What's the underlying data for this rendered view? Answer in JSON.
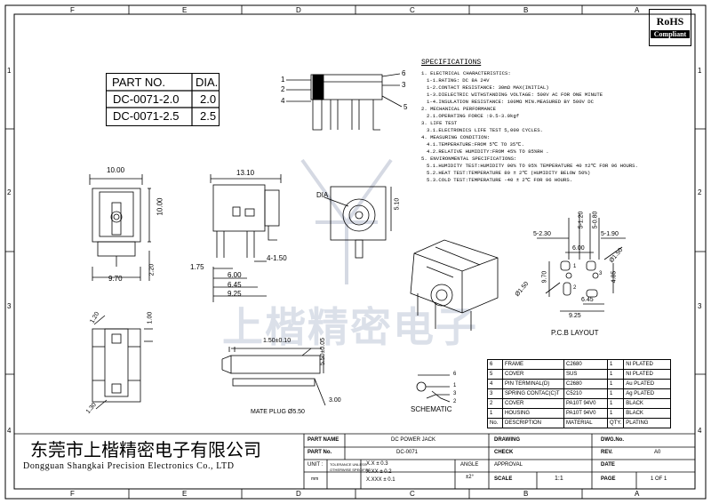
{
  "border_letters_top": [
    "F",
    "E",
    "D",
    "C",
    "B",
    "A"
  ],
  "border_letters_bottom": [
    "F",
    "E",
    "D",
    "C",
    "B",
    "A"
  ],
  "border_numbers_left": [
    "1",
    "2",
    "3",
    "4"
  ],
  "border_numbers_right": [
    "1",
    "2",
    "3",
    "4"
  ],
  "rohs": {
    "line1": "RoHS",
    "line2": "Compliant"
  },
  "part_table": {
    "header": [
      "PART NO.",
      "DIA."
    ],
    "rows": [
      [
        "DC-0071-2.0",
        "2.0"
      ],
      [
        "DC-0071-2.5",
        "2.5"
      ]
    ]
  },
  "specs": {
    "title": "SPECIFICATIONS",
    "lines": [
      "1. ELECTRICAL CHARACTERISTICS:",
      "1-1.RATING: DC 8A 24V",
      "1-2.CONTACT RESISTANCE: 30mΩ MAX(INITIAL)",
      "1-3.DIELECTRIC WITHSTANDING VOLTAGE: 500V AC FOR ONE MINUTE",
      "1-4.INSULATION RESISTANCE: 100MΩ MIN.MEASURED BY 500V DC",
      "2. MECHANICAL PERFORMANCE",
      "2.1.OPERATING FORCE :0.5-3.0kgf",
      "3. LIFE TEST",
      "3.1.ELECTRONICS LIFE TEST 5,000 CYCLES.",
      "4. MEASURING CONDITION:",
      "4.1.TEMPERATURE:FROM 5℃ TO 35℃.",
      "4.2.RELATIVE HUMIDITY:FROM 45% TO 85%RH .",
      "5. ENVIRONMENTAL SPECIFICATIONS:",
      "5.1.HUMIDITY TEST:HUMIDITY 90% TO 95% TEMPERATURE 40 ±2℃ FOR 96 HOURS.",
      "5.2.HEAT TEST:TEMPERATURE 80 ± 2℃ (HUMIDITY BELOW 50%)",
      "5.3.COLD TEST:TEMPERATURE -40 ± 2℃ FOR 96 HOURS."
    ]
  },
  "callouts": [
    "1",
    "2",
    "3",
    "4",
    "5",
    "6"
  ],
  "dims": {
    "front_width": "10.00",
    "front_height": "10.00",
    "front_base": "9.70",
    "front_small": "2.20",
    "side_width": "13.10",
    "side_175": "1.75",
    "side_6": "6.00",
    "side_645": "6.45",
    "side_925": "9.25",
    "side_150": "4-1.50",
    "dia_label": "DIA",
    "dim_510": "5.10",
    "bottom_120": "1.20",
    "bottom_100": "1.00",
    "bottom_130": "1.30",
    "plug_150": "1.50±0.10",
    "plug_55": "5.50±0.05",
    "plug_300": "3.00",
    "mate_plug": "MATE PLUG Ø5.50",
    "pcb_230": "5-2.30",
    "pcb_120": "5-1.20",
    "pcb_080": "5-0.80",
    "pcb_190": "5-1.90",
    "pcb_600": "6.00",
    "pcb_970": "9.70",
    "pcb_150a": "Ø1.50",
    "pcb_150b": "Ø1.50",
    "pcb_485": "4.85",
    "pcb_1": "1",
    "pcb_2": "2",
    "pcb_3": "3",
    "pcb_645": "6.45",
    "pcb_925": "9.25",
    "pcb_layout": "P.C.B LAYOUT",
    "schematic": "SCHEMATIC",
    "sch_1": "1",
    "sch_2": "2",
    "sch_3": "3",
    "sch_6": "6",
    "watermark": "上楷精密电子"
  },
  "bom": {
    "rows": [
      [
        "6",
        "FRAME",
        "C2680",
        "1",
        "NI PLATED"
      ],
      [
        "5",
        "COVER",
        "SUS",
        "1",
        "NI PLATED"
      ],
      [
        "4",
        "PIN TERMINAL(D)",
        "C2680",
        "1",
        "Au PLATED"
      ],
      [
        "3",
        "SPRING CONTAC(C)T",
        "C5210",
        "1",
        "Ag PLATED"
      ],
      [
        "2",
        "COVER",
        "PA10T 94V0",
        "1",
        "BLACK"
      ],
      [
        "1",
        "HOUSING",
        "PA10T 94V0",
        "1",
        "BLACK"
      ]
    ],
    "header": [
      "No.",
      "DESCRIPTION",
      "MATERIAL",
      "QTY.",
      "PLATING"
    ]
  },
  "company": {
    "cn": "东莞市上楷精密电子有限公司",
    "en": "Dongguan Shangkai Precision Electronics Co., LTD"
  },
  "title_block": {
    "part_name_label": "PART NAME",
    "part_name": "DC POWER JACK",
    "part_no_label": "PART No.",
    "part_no": "DC-0071",
    "unit_label": "UNIT :",
    "unit": "mm",
    "tol_label1": "TOLERANCE UNLESS",
    "tol_label2": "OTHERWISE SPECIFIED",
    "tol1": "X.X ± 0.3",
    "tol2": "X.XX ± 0.2",
    "tol3": "X.XXX ± 0.1",
    "angle_label": "ANGLE",
    "angle": "±2°",
    "drawing_label": "DRAWING",
    "check_label": "CHECK",
    "approval_label": "APPROVAL",
    "scale_label": "SCALE",
    "scale": "1:1",
    "dwg_label": "DWG.No.",
    "rev_label": "REV.",
    "rev": "A0",
    "date_label": "DATE",
    "page_label": "PAGE",
    "page": "1 OF 1"
  }
}
